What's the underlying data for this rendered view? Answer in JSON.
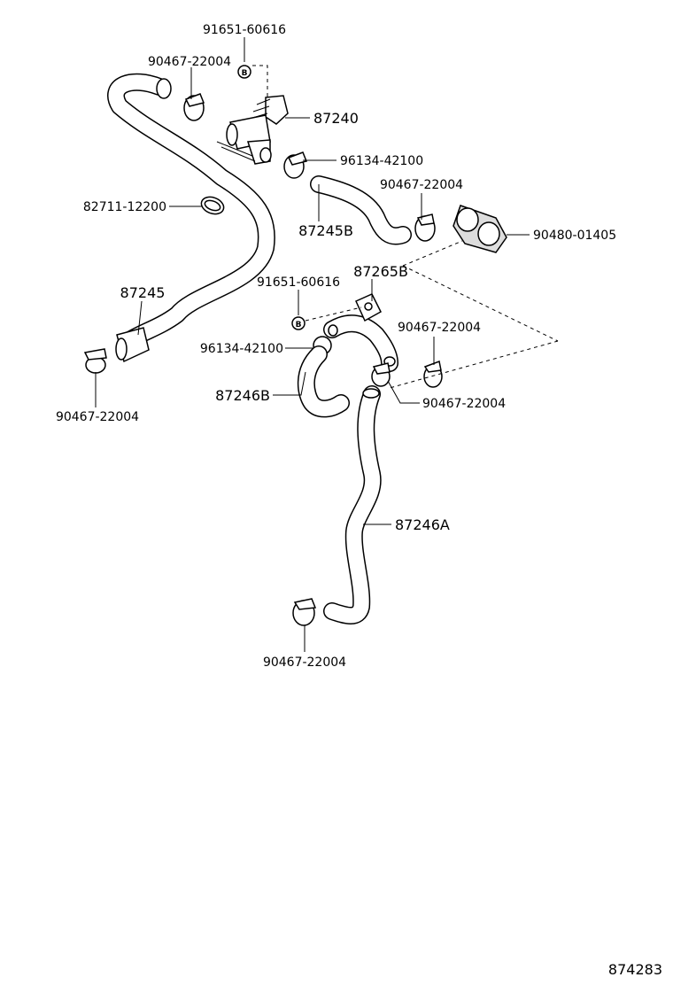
{
  "diagram": {
    "labels": {
      "p_91651_60616_top": "91651-60616",
      "p_90467_22004_top": "90467-22004",
      "p_87240": "87240",
      "p_96134_42100_top": "96134-42100",
      "p_90467_22004_right": "90467-22004",
      "p_82711_12200": "82711-12200",
      "p_87245B": "87245B",
      "p_90480_01405": "90480-01405",
      "p_87265B": "87265B",
      "p_91651_60616_mid": "91651-60616",
      "p_87245": "87245",
      "p_90467_22004_mid": "90467-22004",
      "p_96134_42100_mid": "96134-42100",
      "p_87246B": "87246B",
      "p_90467_22004_mid2": "90467-22004",
      "p_90467_22004_left": "90467-22004",
      "p_87246A": "87246A",
      "p_90467_22004_bottom": "90467-22004",
      "ref_code": "874283"
    },
    "bolt_marker": "B"
  }
}
